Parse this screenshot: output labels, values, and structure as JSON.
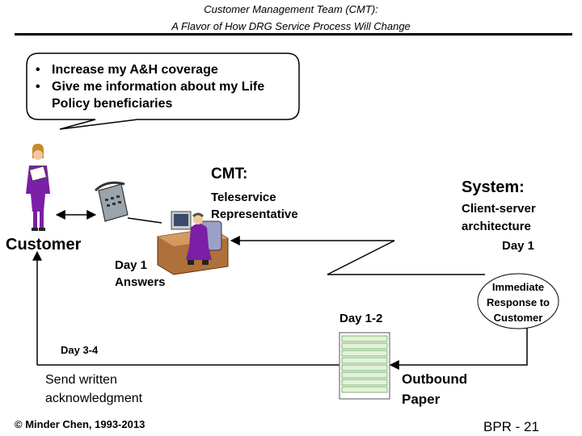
{
  "header": {
    "title_line1": "Customer Management Team (CMT):",
    "title_line2": "A Flavor of How DRG Service Process Will Change"
  },
  "bubble": {
    "bullet": "•",
    "items": [
      "Increase my A&H coverage",
      "Give me information about my Life Policy beneficiaries"
    ]
  },
  "labels": {
    "cmt": "CMT:",
    "cmt_role_line1": "Teleservice",
    "cmt_role_line2": "Representative",
    "system": "System:",
    "system_desc_line1": "Client-server",
    "system_desc_line2": "architecture",
    "customer": "Customer",
    "day1_answers_line1": "Day 1",
    "day1_answers_line2": "Answers",
    "day1_right": "Day 1",
    "immediate_line1": "Immediate",
    "immediate_line2": "Response to",
    "immediate_line3": "Customer",
    "day12": "Day 1-2",
    "day34": "Day 3-4",
    "ack_line1": "Send written",
    "ack_line2": "acknowledgment",
    "outbound_line1": "Outbound",
    "outbound_line2": "Paper"
  },
  "footer": {
    "copyright": "© Minder Chen, 1993-2013",
    "page": "BPR - 21"
  },
  "colors": {
    "person_purple": "#7a1fa6",
    "desk_brown": "#b0703a",
    "paper_green": "#2e8b2e"
  }
}
